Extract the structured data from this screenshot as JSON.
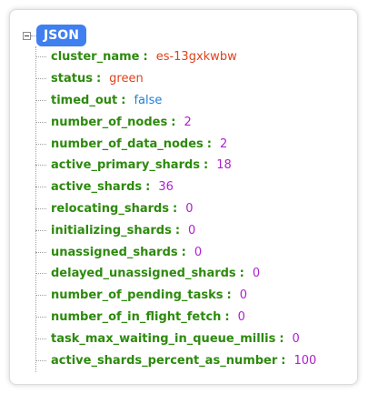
{
  "root": {
    "label": "JSON"
  },
  "colors": {
    "key": "#2d8a0d",
    "string": "#e0411a",
    "boolean": "#1f7fd4",
    "number": "#b01fd0",
    "root_badge": "#3f7ff0"
  },
  "fields": [
    {
      "key": "cluster_name",
      "value": "es-13gxkwbw",
      "type": "string"
    },
    {
      "key": "status",
      "value": "green",
      "type": "string"
    },
    {
      "key": "timed_out",
      "value": "false",
      "type": "bool"
    },
    {
      "key": "number_of_nodes",
      "value": "2",
      "type": "number"
    },
    {
      "key": "number_of_data_nodes",
      "value": "2",
      "type": "number"
    },
    {
      "key": "active_primary_shards",
      "value": "18",
      "type": "number"
    },
    {
      "key": "active_shards",
      "value": "36",
      "type": "number"
    },
    {
      "key": "relocating_shards",
      "value": "0",
      "type": "number"
    },
    {
      "key": "initializing_shards",
      "value": "0",
      "type": "number"
    },
    {
      "key": "unassigned_shards",
      "value": "0",
      "type": "number"
    },
    {
      "key": "delayed_unassigned_shards",
      "value": "0",
      "type": "number"
    },
    {
      "key": "number_of_pending_tasks",
      "value": "0",
      "type": "number"
    },
    {
      "key": "number_of_in_flight_fetch",
      "value": "0",
      "type": "number"
    },
    {
      "key": "task_max_waiting_in_queue_millis",
      "value": "0",
      "type": "number"
    },
    {
      "key": "active_shards_percent_as_number",
      "value": "100",
      "type": "number"
    }
  ]
}
